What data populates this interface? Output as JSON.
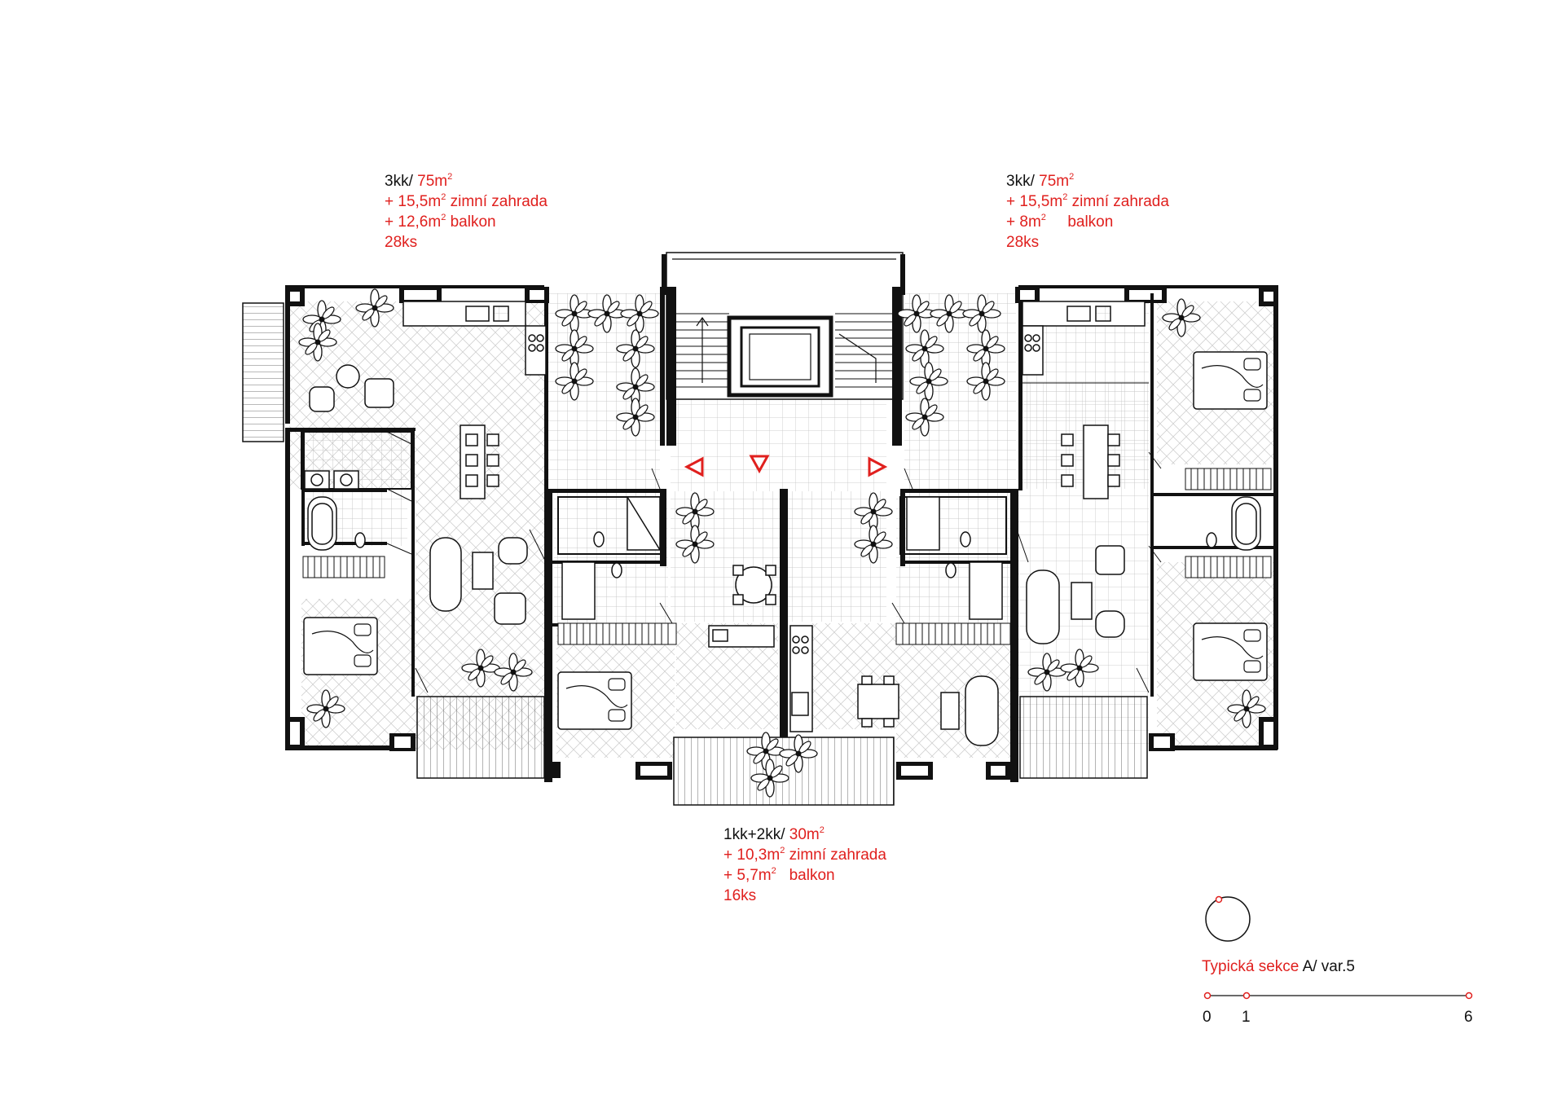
{
  "units": {
    "left": {
      "type": "3kk/",
      "area": "75m",
      "garden_area": "+ 15,5m",
      "garden_label": "zimní zahrada",
      "balcony_area": "+ 12,6m",
      "balcony_label": "balkon",
      "count": "28ks"
    },
    "right": {
      "type": "3kk/",
      "area": "75m",
      "garden_area": "+ 15,5m",
      "garden_label": "zimní zahrada",
      "balcony_area": "+ 8m",
      "balcony_label": "balkon",
      "count": "28ks"
    },
    "bottom": {
      "type": "1kk+2kk/",
      "area": "30m",
      "garden_area": "+ 10,3m",
      "garden_label": "zimní zahrada",
      "balcony_area": "+ 5,7m",
      "balcony_label": "balkon",
      "count": "16ks"
    },
    "sup": "2"
  },
  "legend": {
    "title_red": "Typická sekce",
    "title_black": "A/ var.5",
    "scale_ticks": [
      "0",
      "1",
      "6"
    ]
  },
  "colors": {
    "accent": "#e0201e",
    "line": "#111111"
  }
}
